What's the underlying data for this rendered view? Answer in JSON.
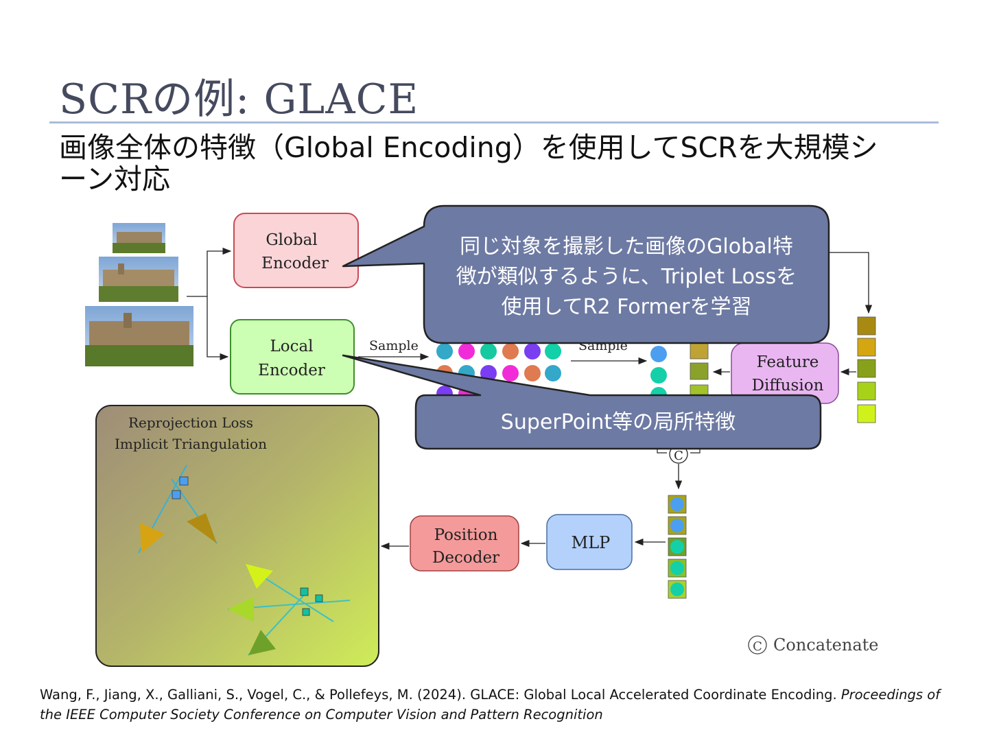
{
  "slide": {
    "title": "SCRの例: GLACE",
    "subtitle": "画像全体の特徴（Global Encoding）を使用してSCRを大規模シーン対応"
  },
  "diagram": {
    "global_encoder": [
      "Global",
      "Encoder"
    ],
    "local_encoder": [
      "Local",
      "Encoder"
    ],
    "feature_diffusion": [
      "Feature",
      "Diffusion"
    ],
    "position_decoder": [
      "Position",
      "Decoder"
    ],
    "mlp": "MLP",
    "sample_label_1": "Sample",
    "sample_label_2": "Sample",
    "loss_box": [
      "Reprojection Loss",
      "Implicit Triangulation"
    ],
    "concat_symbol": "C",
    "concat_legend_symbol": "C",
    "concat_legend": "Concatenate",
    "colors": {
      "global_fill": "#fad4d7",
      "global_stroke": "#c94a55",
      "local_fill": "#ccffb3",
      "local_stroke": "#3c8f2a",
      "diffusion_fill": "#eab6f2",
      "decoder_fill": "#f49a9a",
      "mlp_fill": "#b3d1fb",
      "callout_fill": "#6d7aa3"
    }
  },
  "callouts": {
    "global_note": [
      "同じ対象を撮影した画像のGlobal特",
      "徴が類似するように、Triplet Lossを",
      "使用してR2 Formerを学習"
    ],
    "local_note": "SuperPoint等の局所特徴"
  },
  "citation": {
    "plain": "Wang, F., Jiang, X., Galliani, S., Vogel, C., & Pollefeys, M. (2024). GLACE: Global Local Accelerated Coordinate Encoding. ",
    "italic": "Proceedings of the IEEE Computer Society Conference on Computer Vision and Pattern Recognition"
  }
}
